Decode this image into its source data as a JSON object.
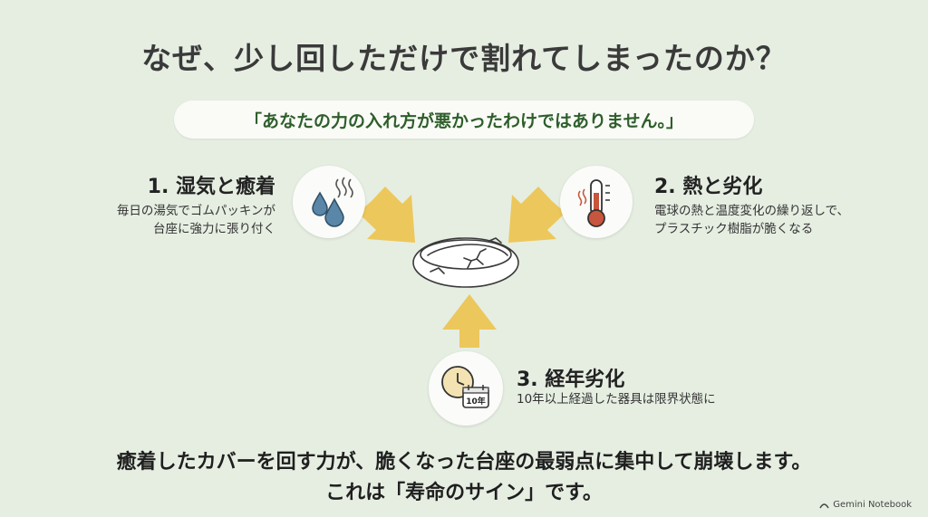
{
  "title": "なぜ、少し回しただけで割れてしまったのか？",
  "subtitle": "「あなたの力の入れ方が悪かったわけではありません。」",
  "factors": [
    {
      "heading": "1. 湿気と癒着",
      "lines": [
        "毎日の湯気でゴムパッキンが",
        "台座に強力に張り付く"
      ],
      "icon": "water-drops-icon"
    },
    {
      "heading": "2. 熱と劣化",
      "lines": [
        "電球の熱と温度変化の繰り返しで、",
        "プラスチック樹脂が脆くなる"
      ],
      "icon": "thermometer-icon"
    },
    {
      "heading": "3. 経年劣化",
      "lines": [
        "10年以上経過した器具は限界状態に"
      ],
      "icon": "clock-calendar-icon",
      "calendar_label": "10年"
    }
  ],
  "center_icon": "cracked-fixture-icon",
  "conclusion": [
    "癒着したカバーを回す力が、脆くなった台座の最弱点に集中して崩壊します。",
    "これは「寿命のサイン」です。"
  ],
  "brand": "Gemini Notebook",
  "colors": {
    "background": "#e6eee2",
    "arrow": "#ecc75c",
    "accent_green": "#2e5e2b",
    "water": "#5a86a8",
    "thermo_red": "#c8553d"
  }
}
